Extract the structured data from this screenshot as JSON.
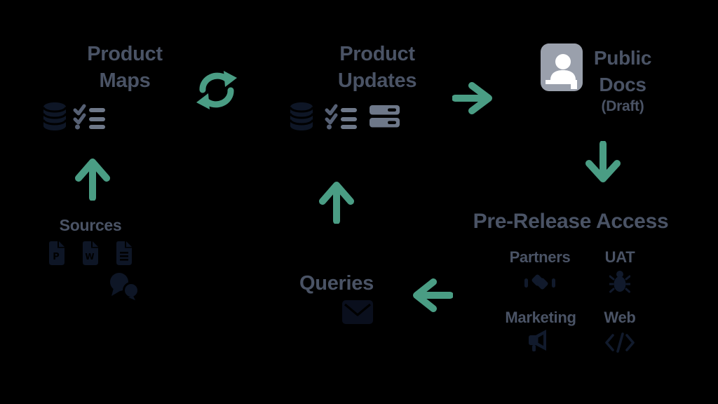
{
  "colors": {
    "background": "#000000",
    "accent_green": "#4a9d84",
    "title_text": "#4a5365",
    "dark_icon": "#0e1626",
    "mid_gray_icon": "#6e7889",
    "light_gray_icon": "#9aa0ac"
  },
  "nodes": {
    "product_maps": {
      "title_line1": "Product",
      "title_line2": "Maps",
      "icons": [
        "database-icon",
        "checklist-icon"
      ]
    },
    "product_updates": {
      "title_line1": "Product",
      "title_line2": "Updates",
      "icons": [
        "database-icon",
        "checklist-icon",
        "server-icon"
      ]
    },
    "public_docs": {
      "title_line1": "Public",
      "title_line2": "Docs",
      "subtitle": "(Draft)",
      "icon": "contact-book-icon"
    },
    "pre_release_access": {
      "title": "Pre-Release Access",
      "channels": [
        {
          "label": "Partners",
          "icon": "handshake-icon"
        },
        {
          "label": "UAT",
          "icon": "bug-icon"
        },
        {
          "label": "Marketing",
          "icon": "megaphone-icon"
        },
        {
          "label": "Web",
          "icon": "code-icon"
        }
      ]
    },
    "queries": {
      "title": "Queries",
      "icon": "envelope-icon"
    },
    "sources": {
      "title": "Sources",
      "files": [
        {
          "icon": "powerpoint-file-icon",
          "letter": "P"
        },
        {
          "icon": "word-file-icon",
          "letter": "W"
        },
        {
          "icon": "document-file-icon",
          "letter": ""
        }
      ],
      "chat_icon": "chat-bubbles-icon"
    }
  },
  "connectors": [
    "sync-icon",
    "arrow-right-icon",
    "arrow-down-icon",
    "arrow-left-icon",
    "arrow-up-sources-icon",
    "arrow-up-queries-icon"
  ]
}
